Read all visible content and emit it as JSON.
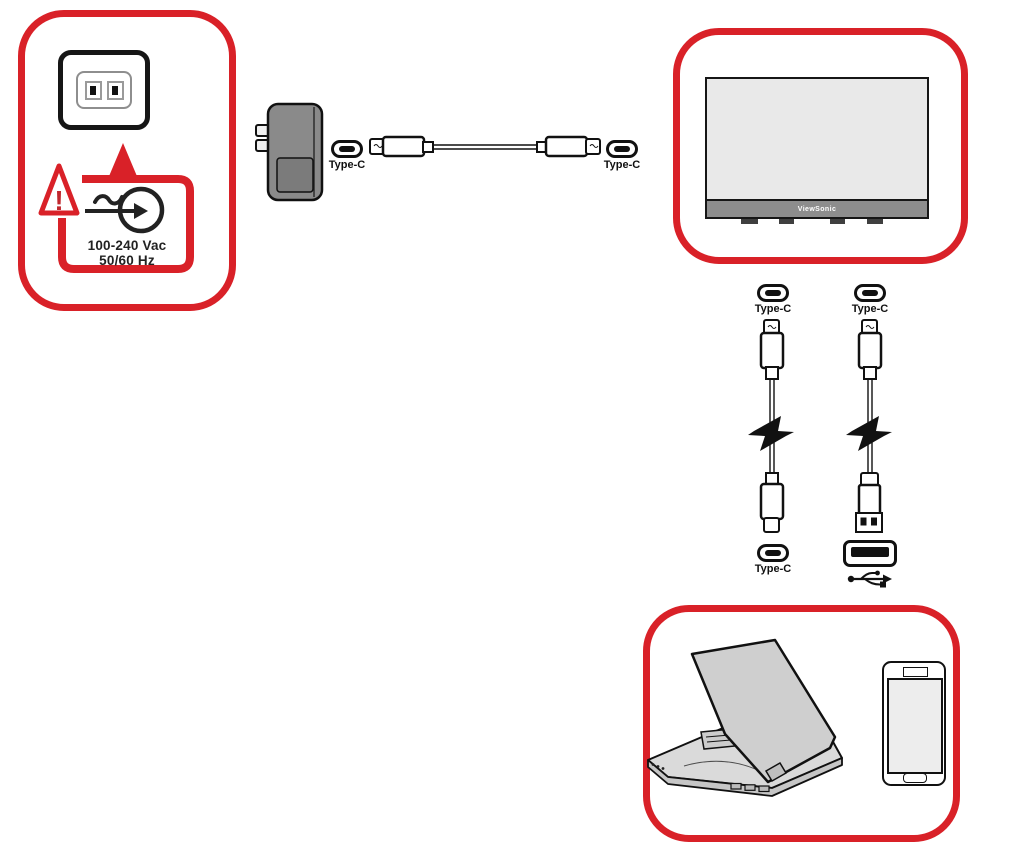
{
  "colors": {
    "accent_red": "#d92128",
    "ink": "#111111",
    "adapter_gray": "#8a8a8a",
    "monitor_bar_gray": "#8d8d8d",
    "screen_gray": "#e9e9e9"
  },
  "power_source_panel": {
    "outlet_icon": "power-outlet",
    "warning": {
      "icon": "warning-triangle",
      "mark": "!"
    },
    "ac_input_icon": "ac-input-arrow-circle",
    "rating_line1": "100-240 Vac",
    "rating_line2": "50/60 Hz"
  },
  "adapter": {
    "icon": "power-adapter",
    "port_label": "Type-C"
  },
  "adapter_cable": {
    "icon": "type-c-to-type-c-cable",
    "monitor_port_label": "Type-C"
  },
  "monitor_panel": {
    "brand": "ViewSonic",
    "bottom_port_left_label": "Type-C",
    "bottom_port_right_label": "Type-C"
  },
  "device_cable_left": {
    "bolt_icon": "lightning-bolt",
    "device_end_label": "Type-C"
  },
  "device_cable_right": {
    "bolt_icon": "lightning-bolt",
    "device_end_icon": "usb-a-port",
    "usb_symbol_icon": "usb-trident"
  },
  "devices_panel": {
    "laptop_icon": "laptop",
    "phone_icon": "smartphone"
  }
}
